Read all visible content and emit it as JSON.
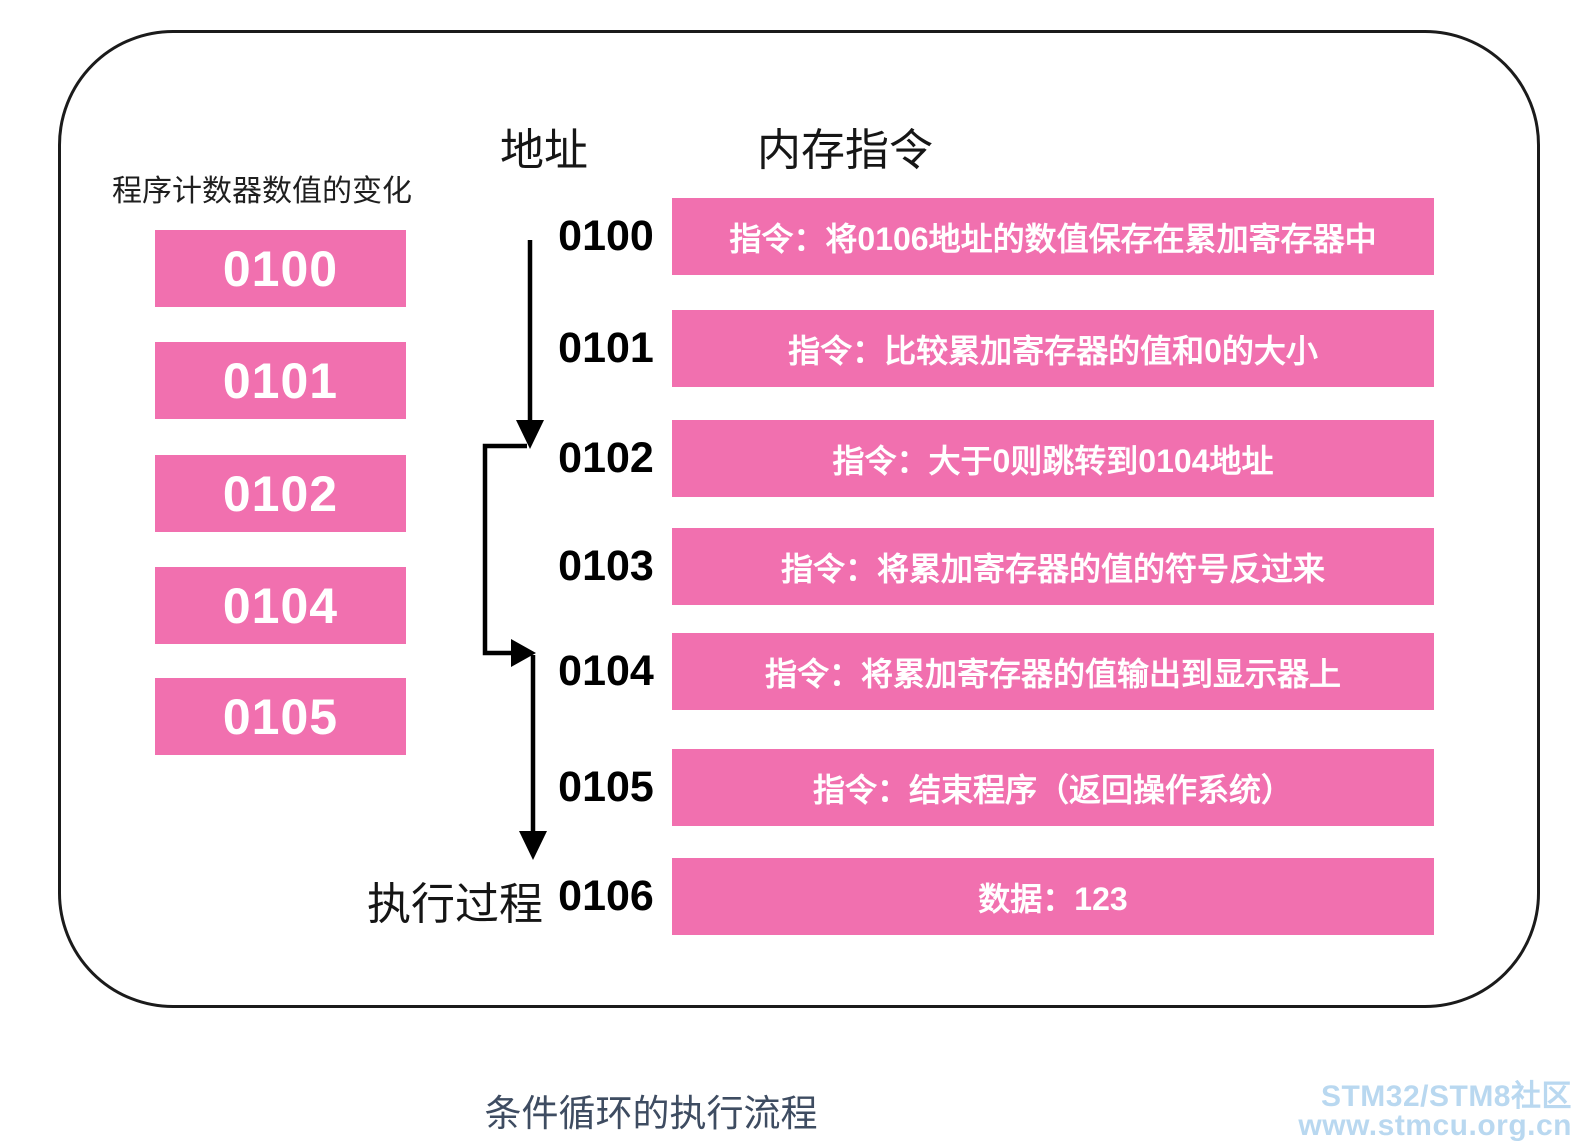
{
  "diagram": {
    "left_panel": {
      "title": "程序计数器数值的变化",
      "boxes": [
        "0100",
        "0101",
        "0102",
        "0104",
        "0105"
      ]
    },
    "headers": {
      "address": "地址",
      "memory": "内存指令"
    },
    "rows": [
      {
        "address": "0100",
        "instruction": "指令：将0106地址的数值保存在累加寄存器中"
      },
      {
        "address": "0101",
        "instruction": "指令：比较累加寄存器的值和0的大小"
      },
      {
        "address": "0102",
        "instruction": "指令：大于0则跳转到0104地址"
      },
      {
        "address": "0103",
        "instruction": "指令：将累加寄存器的值的符号反过来"
      },
      {
        "address": "0104",
        "instruction": "指令：将累加寄存器的值输出到显示器上"
      },
      {
        "address": "0105",
        "instruction": "指令：结束程序（返回操作系统）"
      },
      {
        "address": "0106",
        "instruction": "数据：123"
      }
    ],
    "flow_label": "执行过程",
    "caption": "条件循环的执行流程",
    "watermark": {
      "line1": "STM32/STM8社区",
      "line2": "www.stmcu.org.cn"
    },
    "colors": {
      "pink": "#F170AF",
      "caption_text": "#3E4C61",
      "watermark_text": "#B9D8F0",
      "arrow": "#000000",
      "frame_border": "#1B1B1B"
    }
  }
}
